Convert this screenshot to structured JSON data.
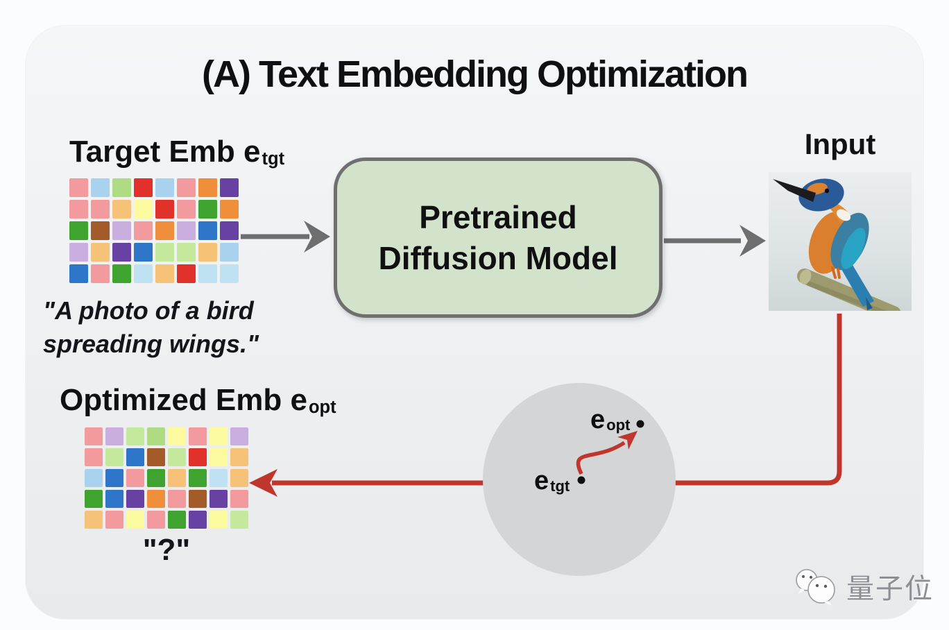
{
  "title": "(A) Text Embedding Optimization",
  "colors": {
    "red": "#C0362C",
    "gray_arrow": "#6E6E6E",
    "box_fill": "#D3E2CA",
    "box_border": "#6F6F6F",
    "circle_fill": "#D4D5D6"
  },
  "target": {
    "label": "Target Emb e",
    "label_sub": "tgt",
    "prompt_line1": "\"A photo of a bird",
    "prompt_line2": "spreading wings.\"",
    "grid": [
      [
        "#F29A9E",
        "#A9D2EE",
        "#AFDC83",
        "#E0312A",
        "#A9D2EE",
        "#F29A9E",
        "#EF8F3B",
        "#6841A5"
      ],
      [
        "#F29A9E",
        "#F29A9E",
        "#F6C277",
        "#FCFA9F",
        "#E0312A",
        "#F29A9E",
        "#3FA42F",
        "#EF8F3B"
      ],
      [
        "#3FA42F",
        "#A45B2A",
        "#C9AEDF",
        "#F29A9E",
        "#EF8F3B",
        "#C9AEDF",
        "#2E76C9",
        "#6841A5"
      ],
      [
        "#C9AEDF",
        "#F6C277",
        "#6841A5",
        "#2E76C9",
        "#C4E89C",
        "#C4E89C",
        "#F6C277",
        "#A9D2EE"
      ],
      [
        "#2E76C9",
        "#F29A9E",
        "#3FA42F",
        "#BFE2F2",
        "#F6C277",
        "#E0312A",
        "#BFE2F2",
        "#BFE2F2"
      ]
    ]
  },
  "model_box": {
    "line1": "Pretrained",
    "line2": "Diffusion Model"
  },
  "input": {
    "label": "Input"
  },
  "optimized": {
    "label": "Optimized Emb e",
    "label_sub": "opt",
    "caption": "\"?\"",
    "grid": [
      [
        "#F29A9E",
        "#C9AEDF",
        "#C4E89C",
        "#AFDC83",
        "#FCFA9F",
        "#F29A9E",
        "#FCFA9F",
        "#C9AEDF"
      ],
      [
        "#F29A9E",
        "#C4E89C",
        "#2E76C9",
        "#A45B2A",
        "#C4E89C",
        "#E0312A",
        "#FCFA9F",
        "#F6C277"
      ],
      [
        "#A9D2EE",
        "#2E76C9",
        "#F29A9E",
        "#3FA42F",
        "#F6C277",
        "#3FA42F",
        "#BFE2F2",
        "#F6C277"
      ],
      [
        "#3FA42F",
        "#2E76C9",
        "#6841A5",
        "#EF8F3B",
        "#F29A9E",
        "#A45B2A",
        "#6841A5",
        "#F29A9E"
      ],
      [
        "#F6C277",
        "#F29A9E",
        "#FCFA9F",
        "#F29A9E",
        "#3FA42F",
        "#6841A5",
        "#FCFA9F",
        "#C4E89C"
      ]
    ]
  },
  "embedding_space": {
    "point_target": {
      "base": "e",
      "sub": "tgt"
    },
    "point_optimized": {
      "base": "e",
      "sub": "opt"
    }
  },
  "watermark": {
    "text": "量子位"
  }
}
